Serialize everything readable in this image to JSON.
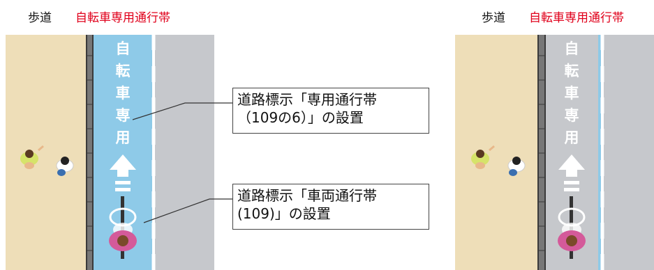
{
  "left_panel": {
    "label_sidewalk": "歩道",
    "label_bike_lane": "自転車専用通行帯",
    "road_text_chars": [
      "自",
      "転",
      "車",
      "専",
      "用"
    ]
  },
  "right_panel": {
    "label_sidewalk": "歩道",
    "label_bike_lane": "自転車専用通行帯",
    "road_text_chars": [
      "自",
      "転",
      "車",
      "専",
      "用"
    ]
  },
  "callouts": [
    {
      "line1": "道路標示「専用通行帯",
      "line2": "（109の6）」の設置"
    },
    {
      "line1": "道路標示「車両通行帯",
      "line2": "(109)」の設置"
    }
  ],
  "colors": {
    "sidewalk": "#eedeb8",
    "bike_lane_blue": "#8ecae8",
    "roadway_gray": "#c6c8cc",
    "curb_dark": "#3a3a3a",
    "label_red": "#e0001b"
  }
}
